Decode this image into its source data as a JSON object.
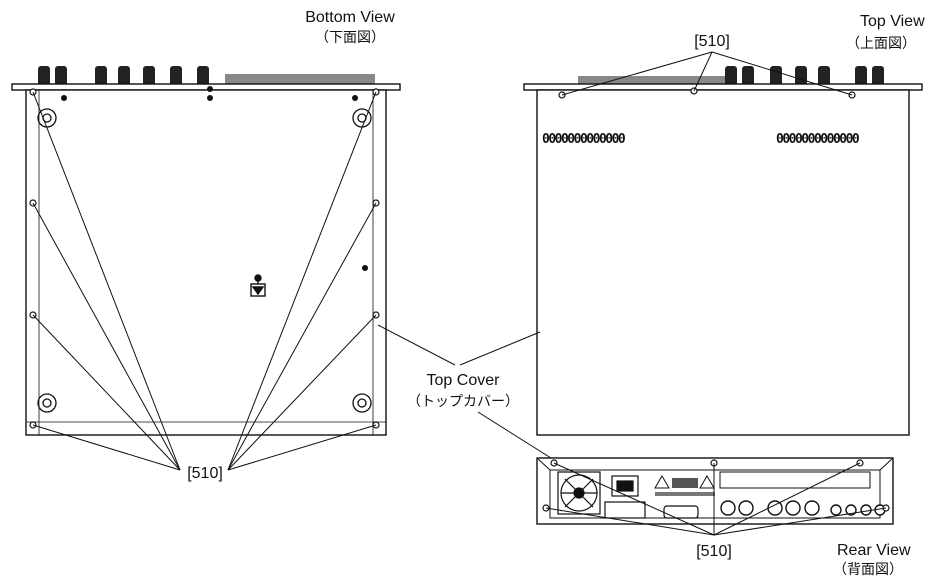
{
  "views": {
    "bottom": {
      "title": "Bottom View",
      "subtitle": "（下面図）"
    },
    "top": {
      "title": "Top View",
      "subtitle": "（上面図）"
    },
    "rear": {
      "title": "Rear View",
      "subtitle": "（背面図）"
    }
  },
  "callouts": {
    "screw_ref": "[510]",
    "top_cover": "Top Cover",
    "top_cover_jp": "（トップカバー）",
    "vent_text": "0000000000000"
  }
}
